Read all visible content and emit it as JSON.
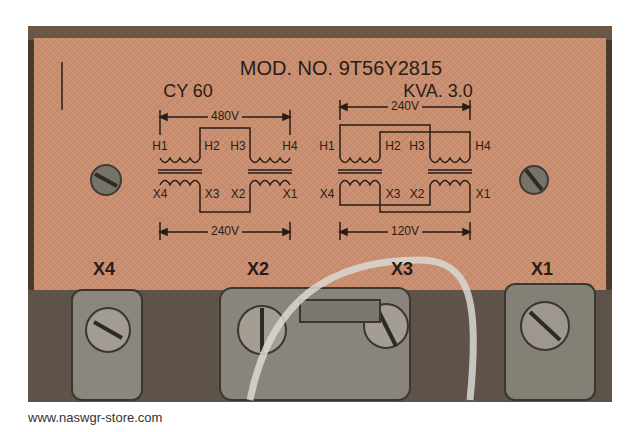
{
  "diagram": {
    "labels": [
      "MOD. NO. 9T56Y2815",
      "CY 60",
      "KVA. 3.0",
      "480V",
      "H1",
      "H2",
      "H3",
      "H4",
      "X4",
      "X3",
      "X2",
      "X1",
      "240V",
      "240V",
      "H1",
      "H2",
      "H3",
      "H4",
      "X4",
      "X3",
      "X2",
      "X1",
      "120V",
      "X4",
      "X2",
      "X3",
      "X1",
      "www.naswgr-store.com"
    ]
  }
}
